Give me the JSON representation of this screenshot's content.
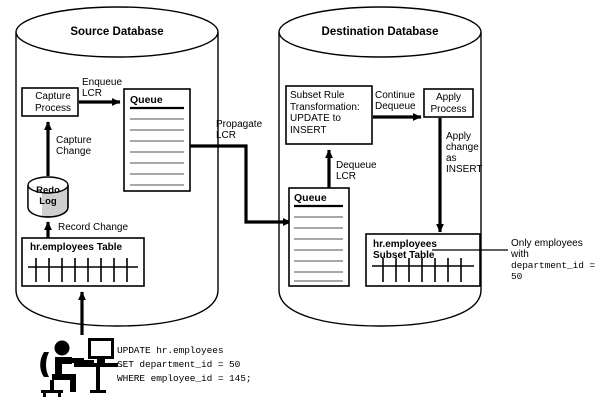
{
  "diagram": {
    "title_source": "Source Database",
    "title_destination": "Destination Database"
  },
  "source": {
    "capture_process": "Capture\nProcess",
    "enqueue_label": "Enqueue\nLCR",
    "capture_change_label": "Capture\nChange",
    "record_change_label": "Record Change",
    "queue_title": "Queue",
    "redo_log": "Redo\nLog",
    "table_title": "hr.employees Table"
  },
  "destination": {
    "subset_rule": "Subset Rule\nTransformation:\nUPDATE to\nINSERT",
    "continue_dequeue_label": "Continue\nDequeue",
    "apply_process": "Apply\nProcess",
    "apply_change_label": "Apply\nchange\nas\nINSERT",
    "dequeue_label": "Dequeue\nLCR",
    "queue_title": "Queue",
    "table_title": "hr.employees\nSubset Table"
  },
  "propagate": {
    "label": "Propagate\nLCR"
  },
  "annotation": {
    "line1": "Only employees",
    "line2": "with",
    "line3": "department_id = 50"
  },
  "sql": {
    "line1": "UPDATE hr.employees",
    "line2": "SET department_id = 50",
    "line3": "WHERE employee_id = 145;"
  },
  "colors": {
    "stroke": "#000000",
    "background": "#ffffff",
    "queue_line": "#999999",
    "redo_shade": "#c8c8c8"
  }
}
